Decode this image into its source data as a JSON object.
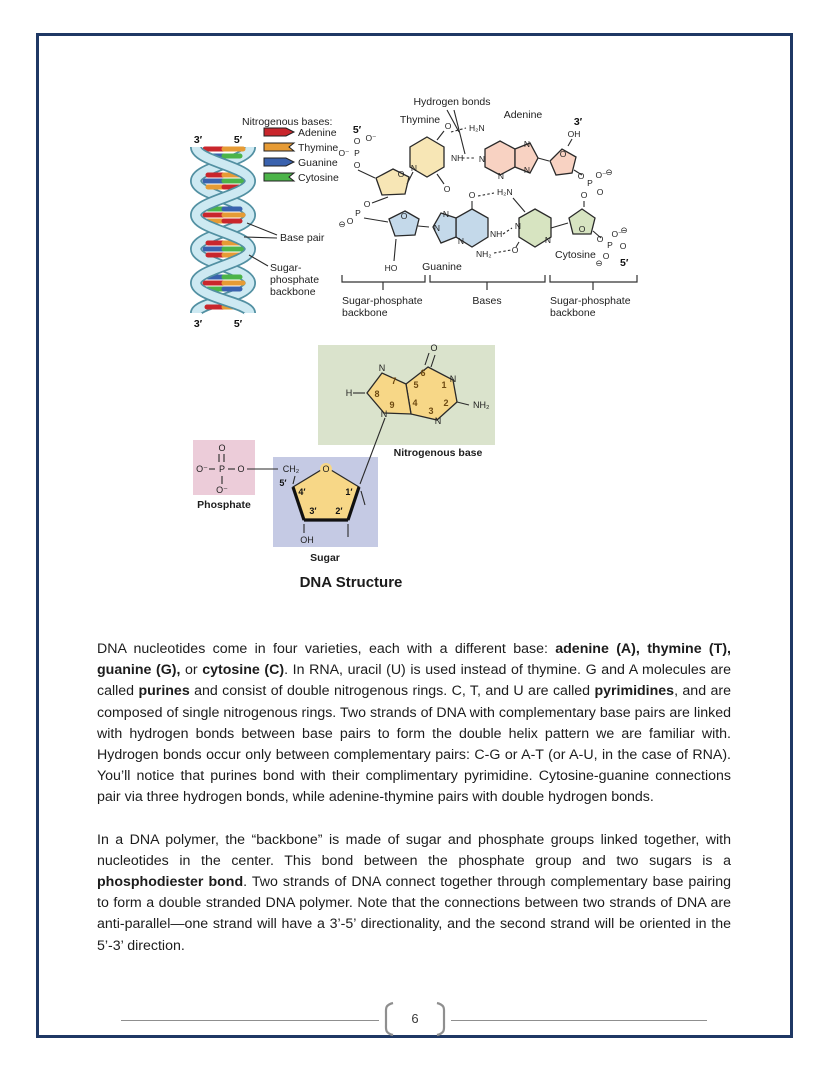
{
  "colors": {
    "border": "#1f3864",
    "text": "#1c1c1c",
    "footer": "#8f8f8f",
    "adenine": "#c9262c",
    "thymine": "#e69b35",
    "guanine": "#3a62ae",
    "cytosine": "#4cb449",
    "ribbon_fill": "#cde9f2",
    "ribbon_edge": "#5290a2",
    "ring_thymine": "#f7e6b5",
    "ring_adenine": "#f8d2c2",
    "ring_guanine": "#c4d9ea",
    "ring_cytosine": "#d7e4c1",
    "box_phosphate": "#ecccd9",
    "box_sugar": "#c5cae4",
    "box_base": "#dae3cc",
    "ring_gold": "#f7d787"
  },
  "helix": {
    "top_left": "3′",
    "top_right": "5′",
    "bottom_left": "3′",
    "bottom_right": "5′",
    "legend_title": "Nitrogenous bases:",
    "legend": [
      {
        "label": "Adenine"
      },
      {
        "label": "Thymine"
      },
      {
        "label": "Guanine"
      },
      {
        "label": "Cytosine"
      }
    ],
    "base_pair_label": "Base pair",
    "backbone_lines": [
      "Sugar-",
      "phosphate",
      "backbone"
    ]
  },
  "chem": {
    "hydrogen_bonds_label": "Hydrogen bonds",
    "thymine_label": "Thymine",
    "adenine_label": "Adenine",
    "guanine_label": "Guanine",
    "cytosine_label": "Cytosine",
    "five_prime_top": "5′",
    "three_prime_top": "3′",
    "five_prime_bottom": "5′",
    "bracket_left_lines": [
      "Sugar-phosphate",
      "backbone"
    ],
    "bracket_center_label": "Bases",
    "bracket_right_lines": [
      "Sugar-phosphate",
      "backbone"
    ]
  },
  "atoms": {
    "n": "N",
    "o": "O",
    "p": "P",
    "h": "H",
    "oh": "OH",
    "ho": "HO",
    "nh": "NH",
    "nh2": "NH₂",
    "h2n": "H₂N",
    "o_minus": "O⁻",
    "ch2": "CH₂",
    "minus": "⊖"
  },
  "nucleotide": {
    "base_label": "Nitrogenous base",
    "phosphate_label": "Phosphate",
    "sugar_label": "Sugar",
    "numbers": {
      "n1": "1",
      "n2": "2",
      "n3": "3",
      "n4": "4",
      "n5": "5",
      "n6": "6",
      "n7": "7",
      "n8": "8",
      "n9": "9"
    },
    "primes": {
      "p1": "1′",
      "p2": "2′",
      "p3": "3′",
      "p4": "4′",
      "p5": "5′"
    }
  },
  "caption": "DNA Structure",
  "paragraphs": [
    {
      "segments": [
        {
          "t": "DNA nucleotides come in four varieties, each with a different base: "
        },
        {
          "t": "adenine (A),",
          "b": true
        },
        {
          "t": " "
        },
        {
          "t": "thymine (T),",
          "b": true
        },
        {
          "t": " "
        },
        {
          "t": "guanine (G),",
          "b": true
        },
        {
          "t": " or "
        },
        {
          "t": "cytosine (C)",
          "b": true
        },
        {
          "t": ". In RNA, uracil (U) is used instead of thymine. G and A molecules are called "
        },
        {
          "t": "purines",
          "b": true
        },
        {
          "t": " and consist of double nitrogenous rings. C, T, and U are called "
        },
        {
          "t": "pyrimidines",
          "b": true
        },
        {
          "t": ", and are composed of single nitrogenous rings. Two strands of DNA with complementary base pairs are linked with hydrogen bonds between base pairs to form the double helix pattern we are familiar with. Hydrogen bonds occur only between complementary pairs: C-G or A-T (or A-U, in the case of RNA). You’ll notice that purines bond with their complimentary pyrimidine. Cytosine-guanine connections pair via three hydrogen bonds, while adenine-thymine pairs with double hydrogen bonds."
        }
      ]
    },
    {
      "segments": [
        {
          "t": "In a DNA polymer, the “backbone” is made of sugar and phosphate groups linked together, with nucleotides in the center. This bond between the phosphate group and two sugars is a "
        },
        {
          "t": "phosphodiester bond",
          "b": true
        },
        {
          "t": ". Two strands of DNA connect together through complementary base pairing to form a double stranded DNA polymer. Note that the connections between two strands of DNA are anti-parallel—one strand will have a 3’-5’ directionality, and the second strand will be oriented in the 5’-3’ direction."
        }
      ]
    }
  ],
  "footer": {
    "page_number": "6"
  }
}
